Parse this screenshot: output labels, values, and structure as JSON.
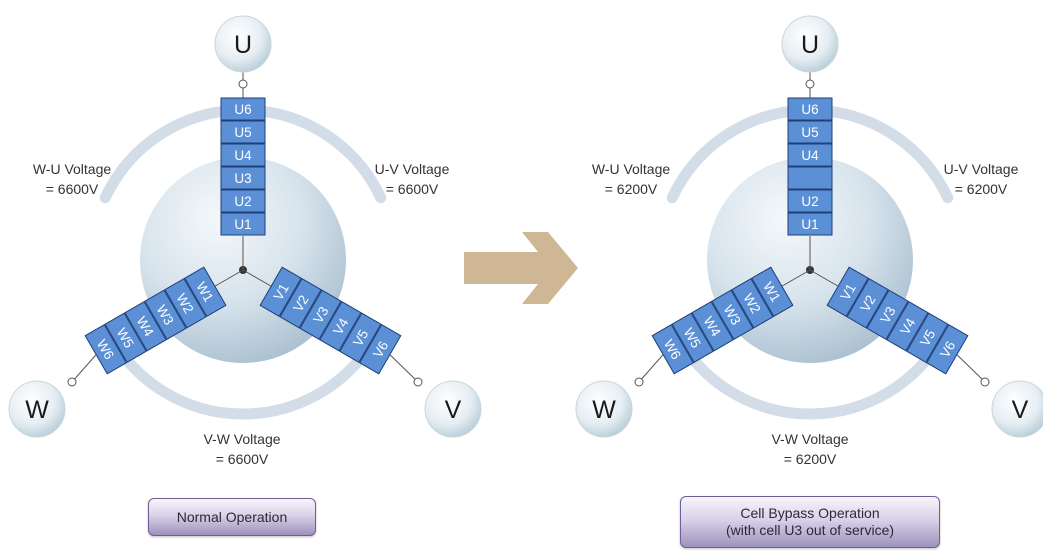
{
  "diagrams": [
    {
      "nodes": {
        "u": "U",
        "v": "V",
        "w": "W"
      },
      "u_cells": [
        "U6",
        "U5",
        "U4",
        "U3",
        "U2",
        "U1"
      ],
      "v_cells": [
        "V1",
        "V2",
        "V3",
        "V4",
        "V5",
        "V6"
      ],
      "w_cells": [
        "W1",
        "W2",
        "W3",
        "W4",
        "W5",
        "W6"
      ],
      "wu_voltage": [
        "W-U Voltage",
        "= 6600V"
      ],
      "uv_voltage": [
        "U-V Voltage",
        "= 6600V"
      ],
      "vw_voltage": [
        "V-W Voltage",
        "= 6600V"
      ],
      "caption": [
        "Normal Operation"
      ]
    },
    {
      "nodes": {
        "u": "U",
        "v": "V",
        "w": "W"
      },
      "u_cells": [
        "U6",
        "U5",
        "U4",
        "",
        "U2",
        "U1"
      ],
      "v_cells": [
        "V1",
        "V2",
        "V3",
        "V4",
        "V5",
        "V6"
      ],
      "w_cells": [
        "W1",
        "W2",
        "W3",
        "W4",
        "W5",
        "W6"
      ],
      "wu_voltage": [
        "W-U Voltage",
        "= 6200V"
      ],
      "uv_voltage": [
        "U-V Voltage",
        "= 6200V"
      ],
      "vw_voltage": [
        "V-W Voltage",
        "= 6200V"
      ],
      "caption": [
        "Cell Bypass Operation",
        "(with cell U3 out of service)"
      ]
    }
  ],
  "colors": {
    "cell_fill": "#5b8fd6",
    "cell_stroke": "#1f3f78",
    "arc": "#d2dde7",
    "sphere_light": "#f4f8fb",
    "sphere_dark": "#a9bfcf",
    "arrow": "#cfb796"
  },
  "icons": {
    "transition_arrow": "right-arrow-icon"
  }
}
